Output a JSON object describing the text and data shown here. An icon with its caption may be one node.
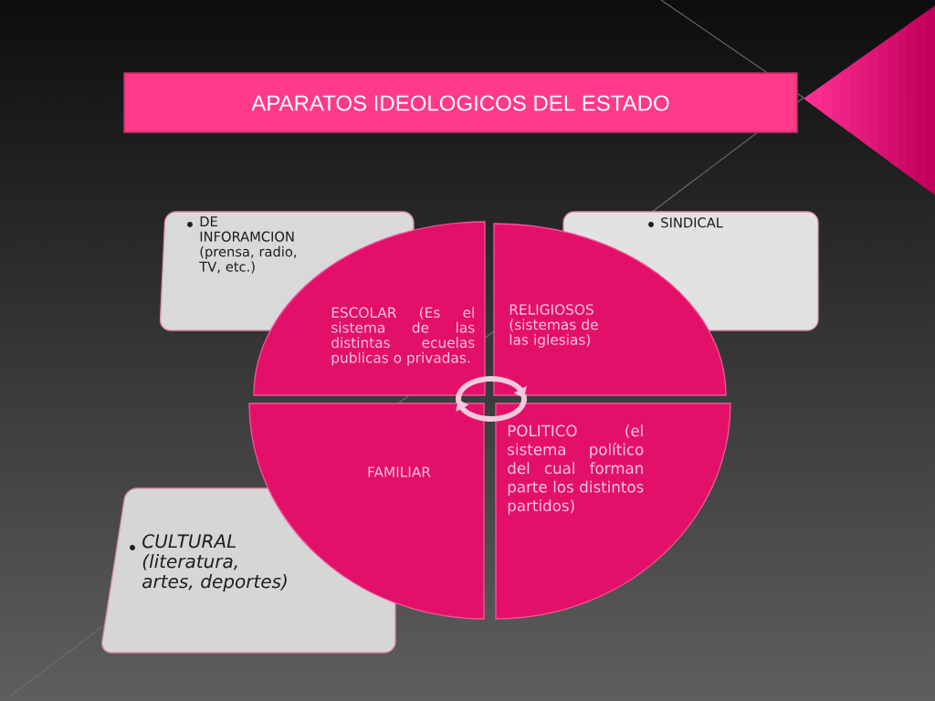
{
  "diagram": {
    "title": "APARATOS IDEOLOGICOS DEL ESTADO",
    "nodes": [
      {
        "text": [
          "DE INFORAMCION (prensa, radio, TV, etc.)"
        ]
      },
      {
        "text": [
          "SINDICAL"
        ]
      },
      {
        "text": [
          "ESCOLAR (Es el sistema de las distintas ecuelas publicas o privadas."
        ]
      },
      {
        "text": [
          "RELIGIOSOS (sistemas de las iglesias)"
        ]
      },
      {
        "text": [
          "FAMILIAR"
        ]
      },
      {
        "text": [
          "POLITICO (el sistema político del cual forman parte los distintos partidos)"
        ]
      },
      {
        "text": [
          "CULTURAL (literatura, artes, deportes)"
        ]
      }
    ]
  }
}
